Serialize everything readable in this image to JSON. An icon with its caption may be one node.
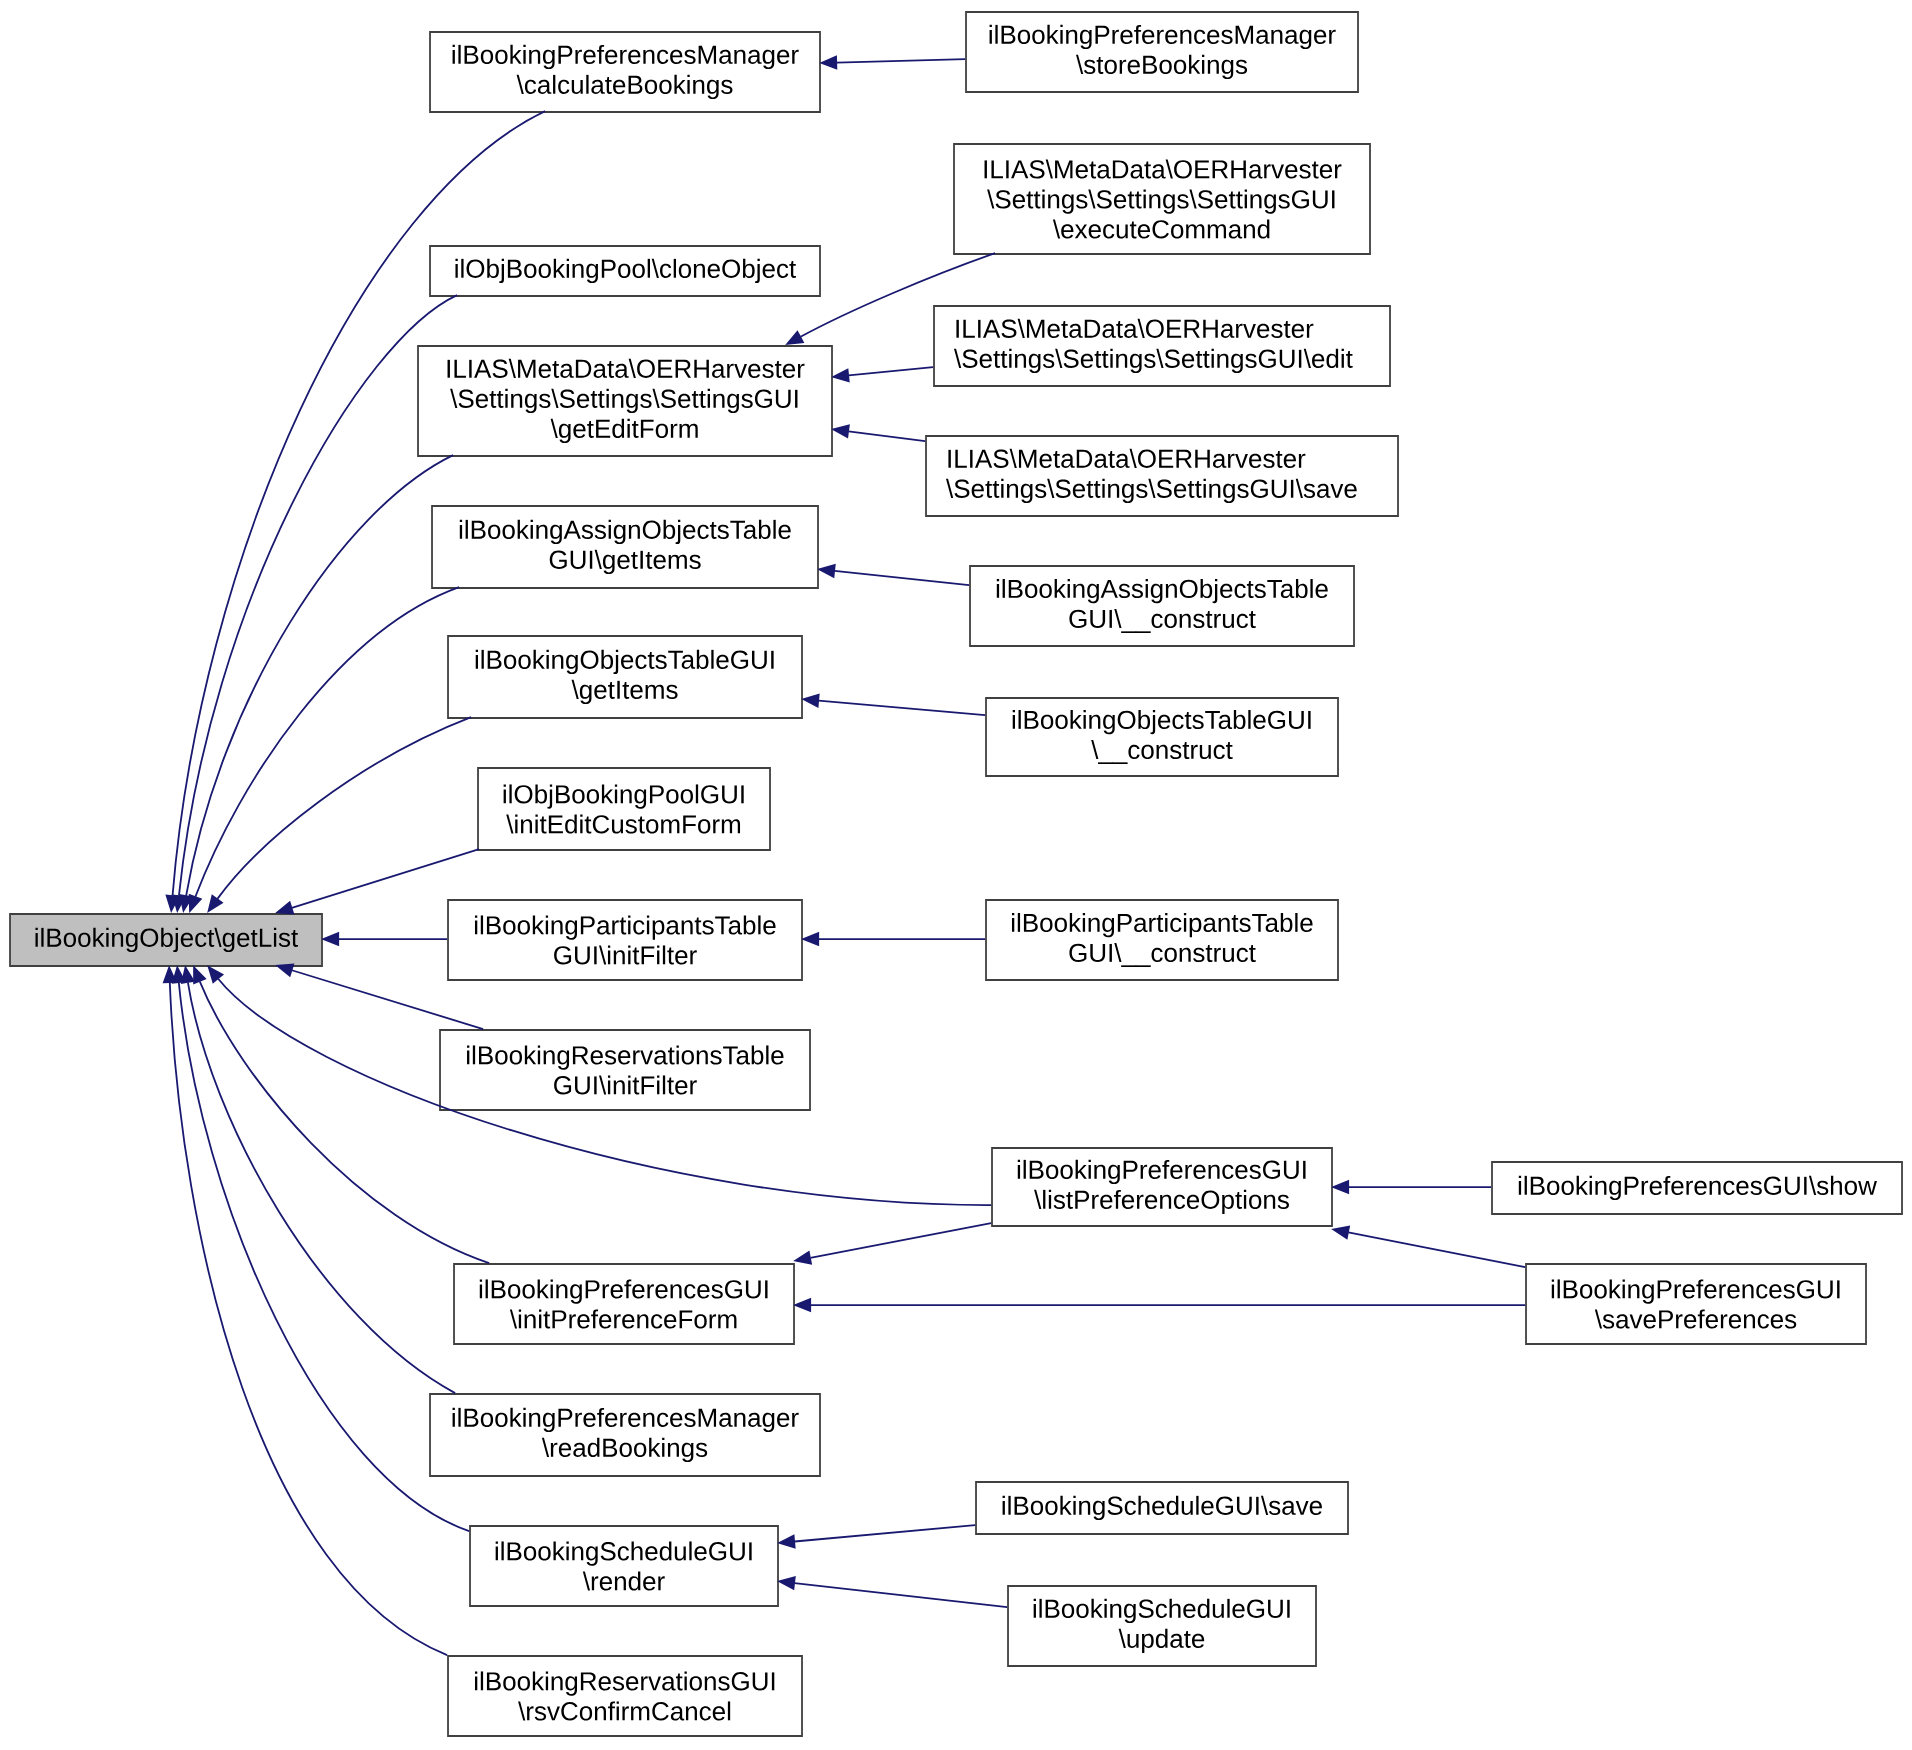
{
  "diagram": {
    "nodes": [
      {
        "text": [
          "ilBookingObject\\getList"
        ]
      },
      {
        "text": [
          "ilBookingPreferencesManager \\calculateBookings"
        ]
      },
      {
        "text": [
          "ilObjBookingPool\\cloneObject"
        ]
      },
      {
        "text": [
          "ILIAS\\MetaData\\OERHarvester \\Settings\\Settings\\SettingsGUI \\getEditForm"
        ]
      },
      {
        "text": [
          "ilBookingAssignObjectsTable GUI\\getItems"
        ]
      },
      {
        "text": [
          "ilBookingObjectsTableGUI \\getItems"
        ]
      },
      {
        "text": [
          "ilObjBookingPoolGUI \\initEditCustomForm"
        ]
      },
      {
        "text": [
          "ilBookingParticipantsTable GUI\\initFilter"
        ]
      },
      {
        "text": [
          "ilBookingReservationsTable GUI\\initFilter"
        ]
      },
      {
        "text": [
          "ilBookingPreferencesGUI \\initPreferenceForm"
        ]
      },
      {
        "text": [
          "ilBookingPreferencesManager \\readBookings"
        ]
      },
      {
        "text": [
          "ilBookingScheduleGUI \\render"
        ]
      },
      {
        "text": [
          "ilBookingReservationsGUI \\rsvConfirmCancel"
        ]
      },
      {
        "text": [
          "ilBookingPreferencesManager \\storeBookings"
        ]
      },
      {
        "text": [
          "ILIAS\\MetaData\\OERHarvester \\Settings\\Settings\\SettingsGUI \\executeCommand"
        ]
      },
      {
        "text": [
          "ILIAS\\MetaData\\OERHarvester \\Settings\\Settings\\SettingsGUI\\edit"
        ]
      },
      {
        "text": [
          "ILIAS\\MetaData\\OERHarvester \\Settings\\Settings\\SettingsGUI\\save"
        ]
      },
      {
        "text": [
          "ilBookingAssignObjectsTable GUI\\__construct"
        ]
      },
      {
        "text": [
          "ilBookingObjectsTableGUI \\__construct"
        ]
      },
      {
        "text": [
          "ilBookingParticipantsTable GUI\\__construct"
        ]
      },
      {
        "text": [
          "ilBookingPreferencesGUI \\listPreferenceOptions"
        ]
      },
      {
        "text": [
          "ilBookingScheduleGUI\\save"
        ]
      },
      {
        "text": [
          "ilBookingScheduleGUI \\update"
        ]
      },
      {
        "text": [
          "ilBookingPreferencesGUI\\show"
        ]
      },
      {
        "text": [
          "ilBookingPreferencesGUI \\savePreferences"
        ]
      }
    ],
    "edges": [
      {
        "from": 1,
        "to": 0,
        "arrow": "to"
      },
      {
        "from": 2,
        "to": 0,
        "arrow": "to"
      },
      {
        "from": 3,
        "to": 0,
        "arrow": "to"
      },
      {
        "from": 4,
        "to": 0,
        "arrow": "to"
      },
      {
        "from": 5,
        "to": 0,
        "arrow": "to"
      },
      {
        "from": 6,
        "to": 0,
        "arrow": "to"
      },
      {
        "from": 7,
        "to": 0,
        "arrow": "to"
      },
      {
        "from": 8,
        "to": 0,
        "arrow": "to"
      },
      {
        "from": 20,
        "to": 0,
        "arrow": "to"
      },
      {
        "from": 9,
        "to": 0,
        "arrow": "to"
      },
      {
        "from": 10,
        "to": 0,
        "arrow": "to"
      },
      {
        "from": 11,
        "to": 0,
        "arrow": "to"
      },
      {
        "from": 12,
        "to": 0,
        "arrow": "to"
      },
      {
        "from": 13,
        "to": 1,
        "arrow": "to"
      },
      {
        "from": 14,
        "to": 3,
        "arrow": "to"
      },
      {
        "from": 15,
        "to": 3,
        "arrow": "to"
      },
      {
        "from": 16,
        "to": 3,
        "arrow": "to"
      },
      {
        "from": 17,
        "to": 4,
        "arrow": "to"
      },
      {
        "from": 18,
        "to": 5,
        "arrow": "to"
      },
      {
        "from": 19,
        "to": 7,
        "arrow": "to"
      },
      {
        "from": 20,
        "to": 9,
        "arrow": "to"
      },
      {
        "from": 24,
        "to": 9,
        "arrow": "to"
      },
      {
        "from": 23,
        "to": 20,
        "arrow": "to"
      },
      {
        "from": 24,
        "to": 20,
        "arrow": "to"
      },
      {
        "from": 21,
        "to": 11,
        "arrow": "to"
      },
      {
        "from": 22,
        "to": 11,
        "arrow": "to"
      }
    ]
  }
}
